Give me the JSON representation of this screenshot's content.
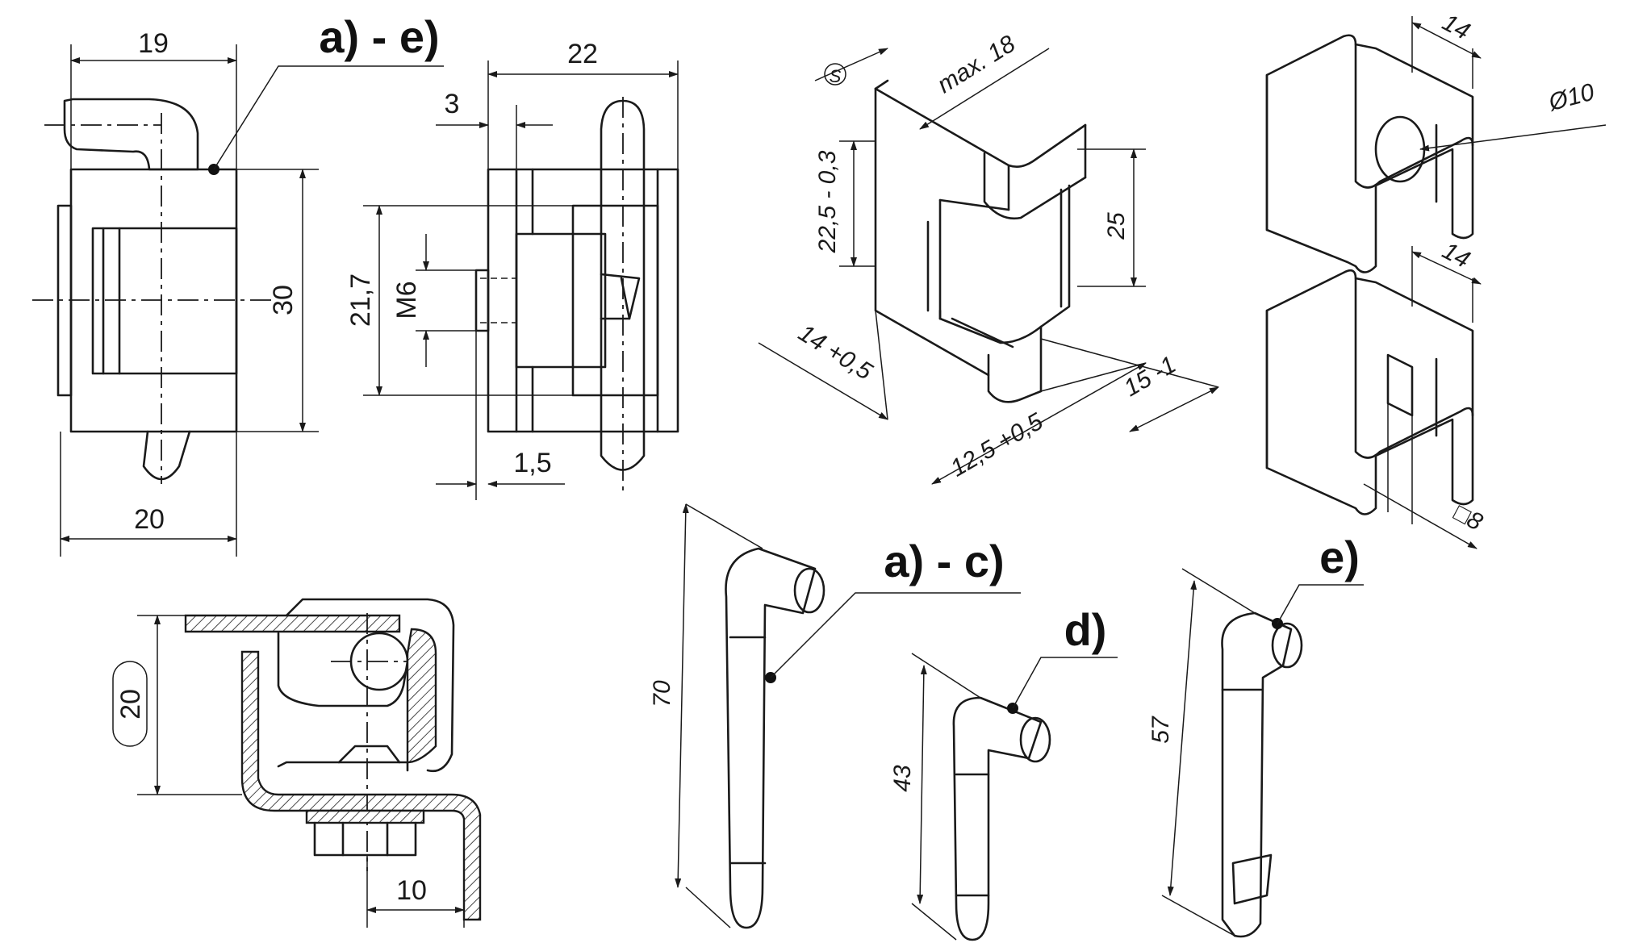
{
  "views": {
    "front_view": {
      "dim_top": "19",
      "dim_bottom": "20",
      "dim_right": "30",
      "callout": "a) - e)"
    },
    "side_section": {
      "dim_top": "22",
      "dim_plate": "3",
      "dim_thickness": "1,5",
      "dim_height": "21,7",
      "thread": "M6"
    },
    "install_section": {
      "dim_height": "20",
      "dim_width": "10"
    },
    "iso_block": {
      "stamp": "S",
      "dim_max": "max. 18",
      "dim_height": "22,5 - 0,3",
      "dim_25": "25",
      "dim_14": "14 +0,5",
      "dim_125": "12,5 +0,5",
      "dim_15": "15  -1"
    },
    "iso_brackets": {
      "dim_top_14": "14",
      "dim_bottom_14": "14",
      "dim_bore": "Ø10",
      "dim_square": "□8"
    },
    "keys": {
      "key_ac": {
        "label": "a) - c)",
        "length": "70"
      },
      "key_d": {
        "label": "d)",
        "length": "43"
      },
      "key_e": {
        "label": "e)",
        "length": "57"
      }
    }
  }
}
